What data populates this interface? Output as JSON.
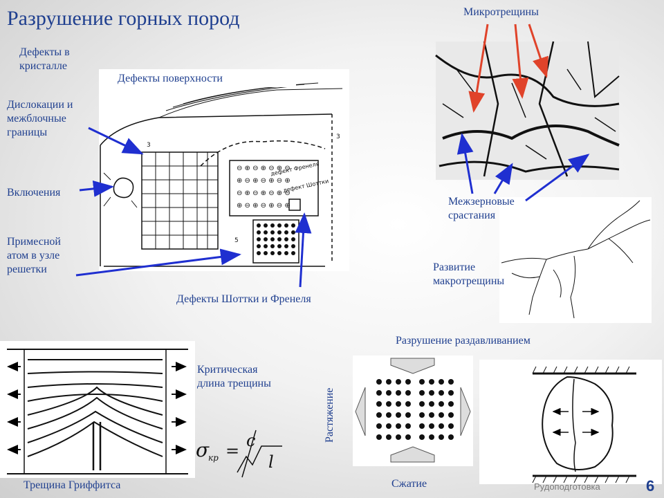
{
  "title": "Разрушение горных пород",
  "labels": {
    "crystal_defects": "Дефекты в кристалле",
    "surface_defects": "Дефекты поверхности",
    "dislocations": "Дислокации и межблочные границы",
    "inclusions": "Включения",
    "impurity_atom": "Примесной атом в узле решетки",
    "schottky_frenkel": "Дефекты Шоттки и Френеля",
    "microcracks": "Микротрещины",
    "intergrain": "Межзерновые срастания",
    "macrocrack": "Развитие макротрещины",
    "crushing": "Разрушение раздавливанием",
    "critical_length": "Критическая длина трещины",
    "tension": "Растяжение",
    "compression": "Сжатие",
    "griffith": "Трещина Гриффитса"
  },
  "diagram_text": {
    "frenkel": "дефект Френеля",
    "schottky": "дефект Шоттки",
    "num_3a": "3",
    "num_3b": "3",
    "num_5": "5"
  },
  "formula": {
    "sigma": "σ",
    "sub": "кр",
    "eq": "=",
    "c": "c",
    "l": "l"
  },
  "footer": {
    "logo": "Рудоподготовка",
    "page": "6"
  },
  "colors": {
    "title": "#1f3f8f",
    "arrow_blue": "#1f2fd0",
    "arrow_red": "#e0432a"
  }
}
